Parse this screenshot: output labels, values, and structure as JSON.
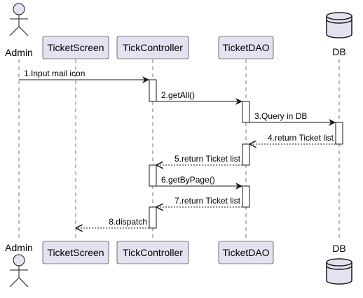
{
  "participants": [
    {
      "id": "admin",
      "name": "Admin",
      "kind": "actor"
    },
    {
      "id": "ticketscreen",
      "name": "TicketScreen",
      "kind": "participant"
    },
    {
      "id": "tickcontroller",
      "name": "TickController",
      "kind": "participant"
    },
    {
      "id": "ticketdao",
      "name": "TicketDAO",
      "kind": "participant"
    },
    {
      "id": "db",
      "name": "DB",
      "kind": "database"
    }
  ],
  "messages": [
    {
      "from": "admin",
      "to": "tickcontroller",
      "label": "1.Input mail icon",
      "style": "solid"
    },
    {
      "from": "tickcontroller",
      "to": "ticketdao",
      "label": "2.getAll()",
      "style": "solid"
    },
    {
      "from": "ticketdao",
      "to": "db",
      "label": "3.Query in DB",
      "style": "solid"
    },
    {
      "from": "db",
      "to": "ticketdao",
      "label": "4.return Ticket list",
      "style": "dashed"
    },
    {
      "from": "ticketdao",
      "to": "tickcontroller",
      "label": "5.return Ticket list",
      "style": "dashed"
    },
    {
      "from": "tickcontroller",
      "to": "ticketdao",
      "label": "6.getByPage()",
      "style": "solid"
    },
    {
      "from": "ticketdao",
      "to": "tickcontroller",
      "label": "7.return Ticket list",
      "style": "dashed"
    },
    {
      "from": "tickcontroller",
      "to": "ticketscreen",
      "label": "8.dispatch",
      "style": "dashed"
    }
  ],
  "colors": {
    "participant_fill": "#e2e2f0",
    "participant_border": "#181818",
    "lifeline": "#181818",
    "activation_fill": "#ffffff",
    "arrow": "#181818"
  }
}
